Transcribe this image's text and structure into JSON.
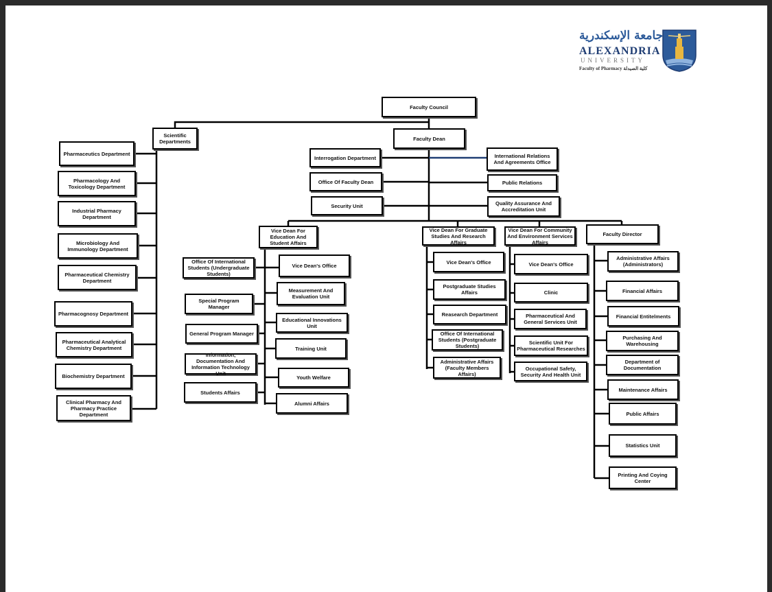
{
  "logo": {
    "arabic": "جامعة الإسكندرية",
    "name": "ALEXANDRIA",
    "sub": "UNIVERSITY",
    "faculty": "Faculty of Pharmacy كلية الصيدلة"
  },
  "colors": {
    "line": "#000000",
    "accent_link": "#1f3d73",
    "crest": "#2d5b9a"
  },
  "nodes": {
    "council": "Faculty Council",
    "dean": "Faculty Dean",
    "scientific": "Scientific Departments",
    "interrogation": "Interrogation Department",
    "office_dean": "Office Of Faculty Dean",
    "security": "Security Unit",
    "intl_relations": "International Relations And Agreements Office",
    "public_relations": "Public Relations",
    "quality": "Quality Assurance And Accreditation Unit",
    "vd_education": "Vice Dean For Education And Student Affairs",
    "vd_graduate": "Vice Dean For Graduate Studies And Research Affairs",
    "vd_community": "Vice Dean For Community And Environment Services Affairs",
    "faculty_director": "Faculty Director"
  },
  "departments": [
    "Pharmaceutics Department",
    "Pharmacology And Toxicology Department",
    "Industrial Pharmacy Department",
    "Microbiology And Immunology Department",
    "Pharmaceutical Chemistry Department",
    "Pharmacognosy Department",
    "Pharmaceutical Analytical Chemistry Department",
    "Biochemistry Department",
    "Clinical Pharmacy And Pharmacy Practice Department"
  ],
  "education_left": [
    "Office Of International Students (Undergraduate Students)",
    "Special Program Manager",
    "General Program Manager",
    "Information, Documentation And Information Technology Unit",
    "Students Affairs"
  ],
  "education_right": [
    "Vice Dean's Office",
    "Measurement And Evaluation Unit",
    "Educational Innovations Unit",
    "Training Unit",
    "Youth Welfare",
    "Alumni Affairs"
  ],
  "graduate": [
    "Vice Dean's Office",
    "Postgraduate Studies Affairs",
    "Reasearch  Department",
    "Office Of International Students (Postgraduate Students)",
    "Administrative Affairs (Faculty Members Affairs)"
  ],
  "community": [
    "Vice Dean's Office",
    "Clinic",
    "Pharmaceutical And General Services Unit",
    "Scientific Unit For Pharmaceutical Researches",
    "Occupational Safety, Security And Health Unit"
  ],
  "director": [
    "Administrative Affairs (Administrators)",
    "Financial Affairs",
    "Financial Entitelments",
    "Purchasing And Warehousing",
    "Department of Documentation",
    "Maintenance Affairs",
    "Public Affairs",
    "Statistics Unit",
    "Printing And Coying Center"
  ]
}
